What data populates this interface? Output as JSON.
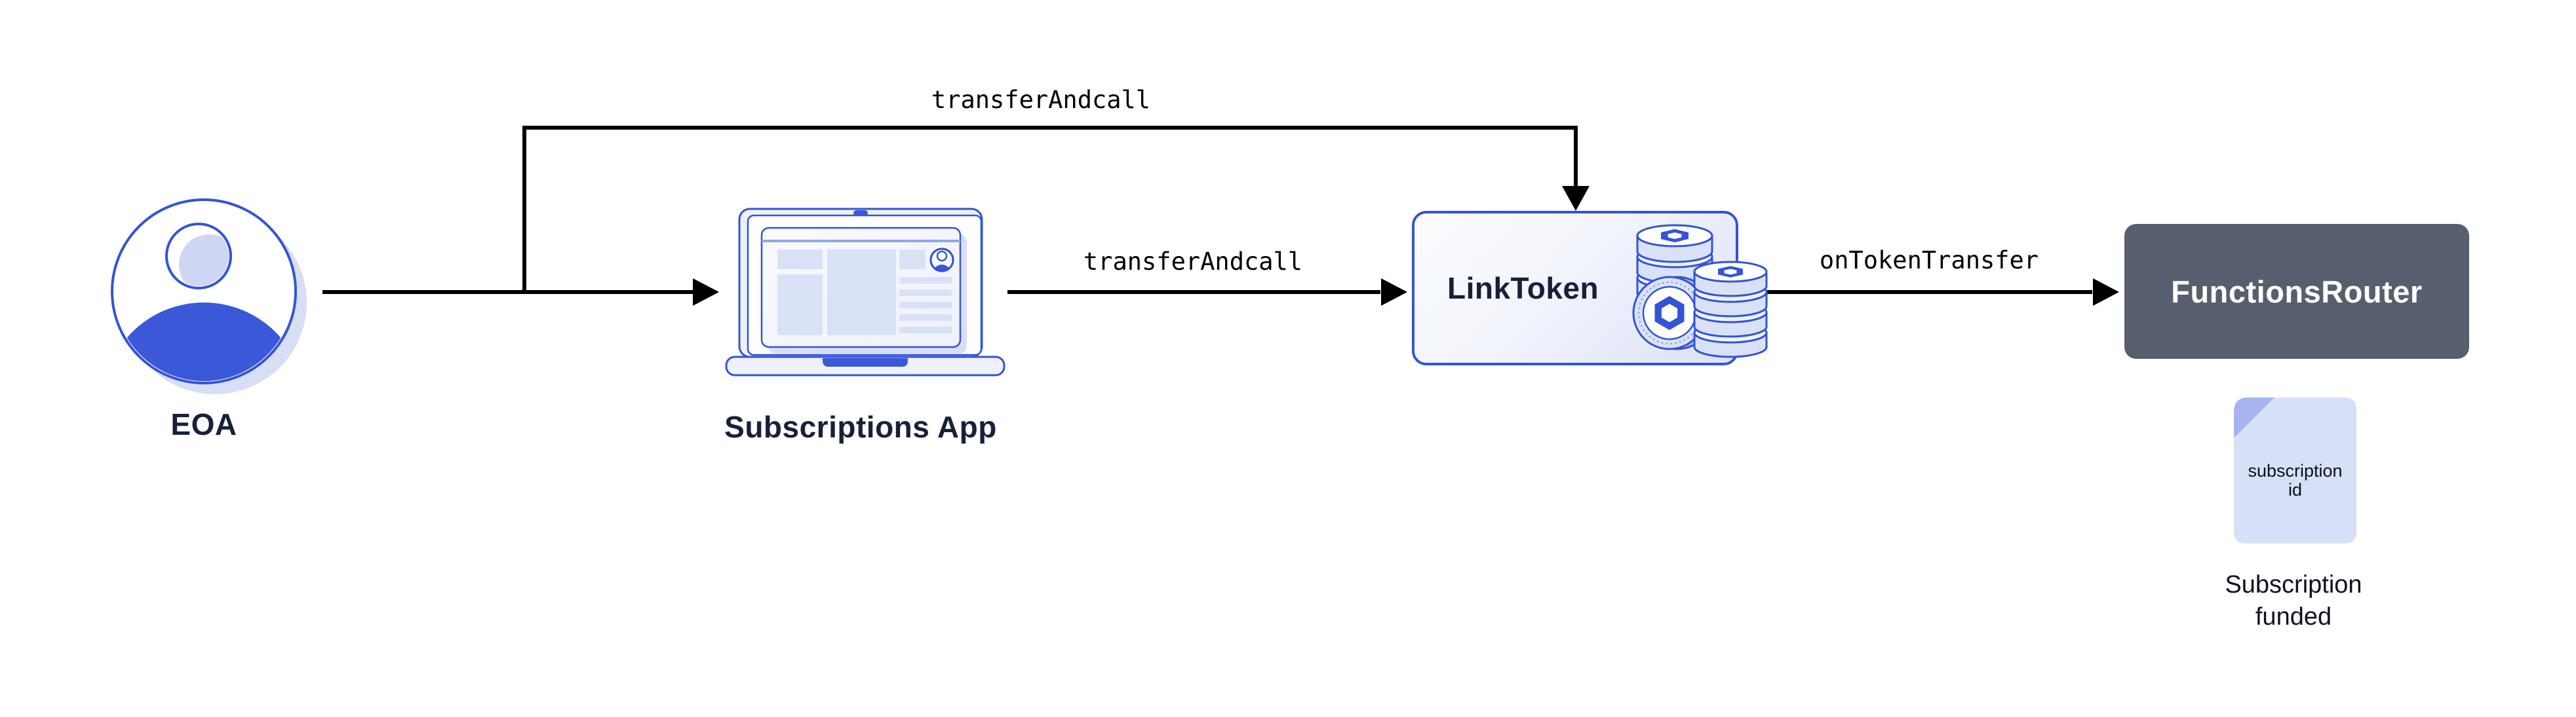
{
  "diagram": {
    "nodes": {
      "eoa": {
        "label": "EOA"
      },
      "subscriptions_app": {
        "label": "Subscriptions App"
      },
      "link_token": {
        "label": "LinkToken"
      },
      "functions_router": {
        "label": "FunctionsRouter"
      },
      "subscription_doc": {
        "line1": "subscription",
        "line2": "id"
      },
      "subscription_funded": {
        "line1": "Subscription",
        "line2": "funded"
      }
    },
    "edges": {
      "eoa_to_linktoken_label": "transferAndcall",
      "app_to_linktoken_label": "transferAndcall",
      "linktoken_to_router_label": "onTokenTransfer"
    }
  },
  "colors": {
    "accent": "#3354d6",
    "accent_deep": "#3a58d8",
    "navy": "#17203b",
    "slate": "#575e6e",
    "ink": "#000000",
    "lavender": "#d9e1f6",
    "lavender_soft": "#eef1fb",
    "shadow": "#d8def4",
    "doc_fill": "#d8e0f8",
    "doc_fold": "#a7b4ef",
    "white": "#ffffff"
  }
}
